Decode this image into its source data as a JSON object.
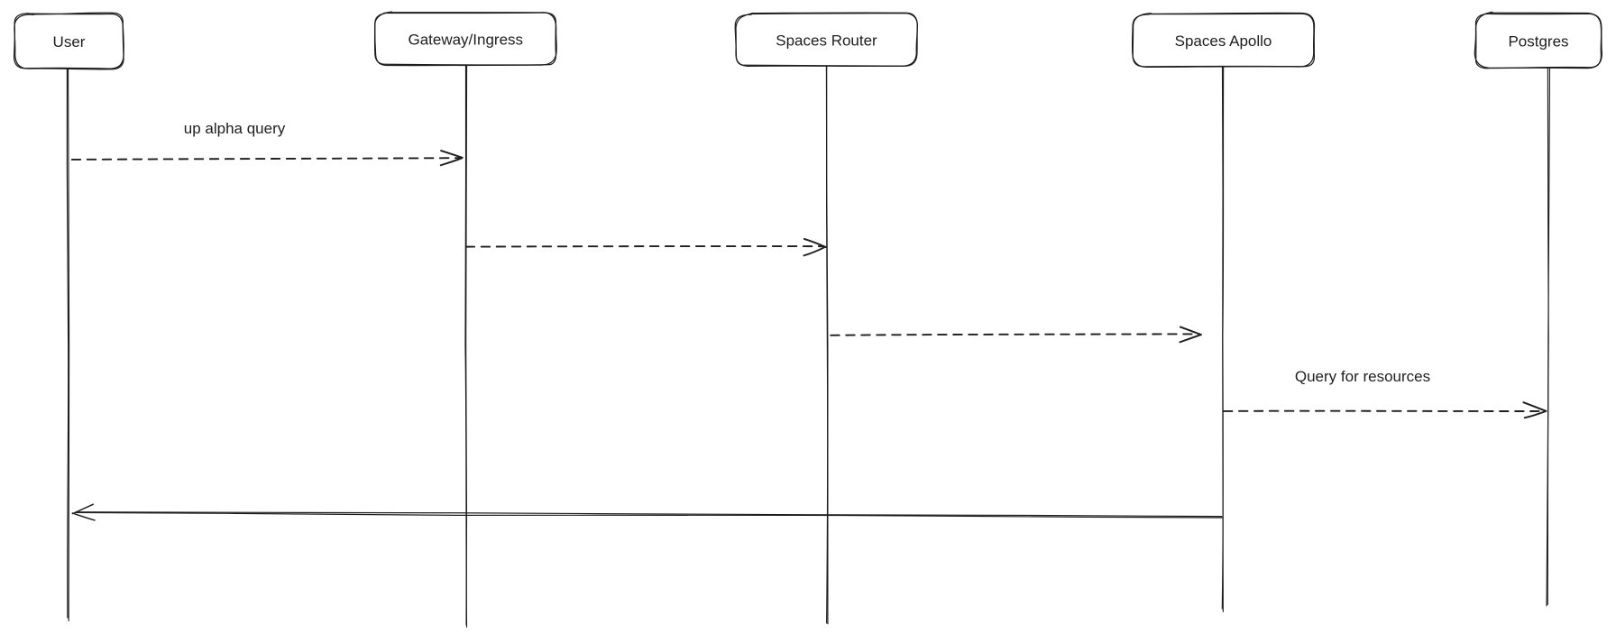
{
  "diagram": {
    "type": "sequence-diagram",
    "style": "hand-drawn",
    "colors": {
      "stroke": "#1e1e1e",
      "background": "#ffffff"
    },
    "actors": [
      {
        "label": "User"
      },
      {
        "label": "Gateway/Ingress"
      },
      {
        "label": "Spaces Router"
      },
      {
        "label": "Spaces Apollo"
      },
      {
        "label": "Postgres"
      }
    ],
    "messages": [
      {
        "from": "User",
        "to": "Gateway/Ingress",
        "label": "up alpha query",
        "line": "dashed",
        "arrow": "open"
      },
      {
        "from": "Gateway/Ingress",
        "to": "Spaces Router",
        "label": "",
        "line": "dashed",
        "arrow": "open"
      },
      {
        "from": "Spaces Router",
        "to": "Spaces Apollo",
        "label": "",
        "line": "dashed",
        "arrow": "open"
      },
      {
        "from": "Spaces Apollo",
        "to": "Postgres",
        "label": "Query for resources",
        "line": "dashed",
        "arrow": "open"
      },
      {
        "from": "Spaces Apollo",
        "to": "User",
        "label": "",
        "line": "solid",
        "arrow": "open"
      }
    ]
  }
}
